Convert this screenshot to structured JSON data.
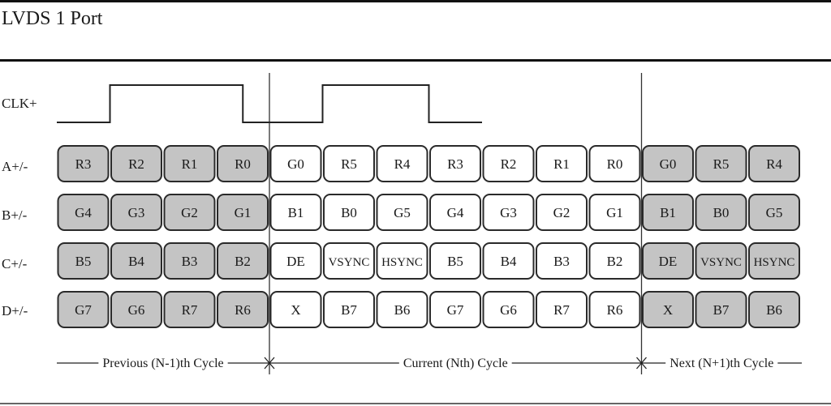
{
  "title": "LVDS 1 Port",
  "clock": {
    "label": "CLK+",
    "levels": [
      "low",
      "low",
      "high",
      "high",
      "high",
      "high",
      "high",
      "low",
      "low",
      "low",
      "high",
      "high",
      "high",
      "high",
      "low",
      "low"
    ]
  },
  "rows": [
    {
      "label": "A+/-",
      "cells": [
        "R3",
        "R2",
        "R1",
        "R0",
        "G0",
        "R5",
        "R4",
        "R3",
        "R2",
        "R1",
        "R0",
        "G0",
        "R5",
        "R4"
      ]
    },
    {
      "label": "B+/-",
      "cells": [
        "G4",
        "G3",
        "G2",
        "G1",
        "B1",
        "B0",
        "G5",
        "G4",
        "G3",
        "G2",
        "G1",
        "B1",
        "B0",
        "G5"
      ]
    },
    {
      "label": "C+/-",
      "cells": [
        "B5",
        "B4",
        "B3",
        "B2",
        "DE",
        "VSYNC",
        "HSYNC",
        "B5",
        "B4",
        "B3",
        "B2",
        "DE",
        "VSYNC",
        "HSYNC"
      ]
    },
    {
      "label": "D+/-",
      "cells": [
        "G7",
        "G6",
        "R7",
        "R6",
        "X",
        "B7",
        "B6",
        "G7",
        "G6",
        "R7",
        "R6",
        "X",
        "B7",
        "B6"
      ]
    }
  ],
  "cycles": [
    {
      "label": "Previous  (N-1)th Cycle",
      "shaded": true,
      "count": 4
    },
    {
      "label": "Current (Nth) Cycle",
      "shaded": false,
      "count": 7
    },
    {
      "label": "Next (N+1)th Cycle",
      "shaded": true,
      "count": 3
    }
  ],
  "colors": {
    "shaded_cell": "#c4c4c4",
    "white_cell": "#ffffff",
    "stroke": "#2a2a2a"
  }
}
